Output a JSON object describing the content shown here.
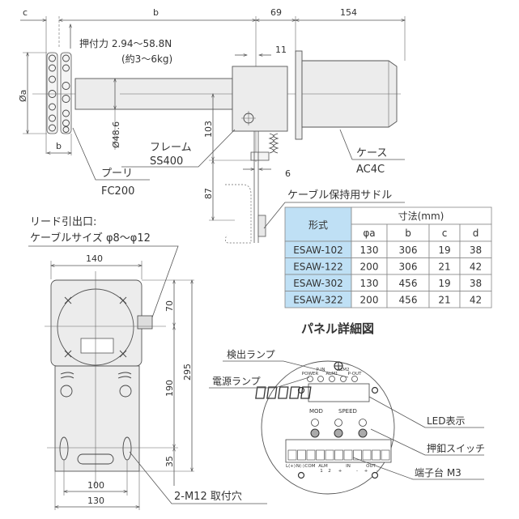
{
  "top_view": {
    "dim_c": "c",
    "dim_b": "b",
    "dim_69": "69",
    "dim_154": "154",
    "dim_11": "11",
    "dim_oa": "Øa",
    "dim_b_pulley": "b",
    "dim_shaft": "Ø48.6",
    "dim_103": "103",
    "dim_87": "87",
    "dim_6": "6",
    "force_label": "押付力 2.94～58.8N",
    "force_kg": "(約3～6kg)",
    "frame_label": "フレーム",
    "frame_material": "SS400",
    "pulley_label": "プーリ",
    "pulley_material": "FC200",
    "case_label": "ケース",
    "case_material": "AC4C",
    "saddle_label": "ケーブル保持用サドル"
  },
  "table": {
    "model_header": "形式",
    "dims_header": "寸法(mm)",
    "columns": [
      "φa",
      "b",
      "c",
      "d"
    ],
    "rows": [
      {
        "model": "ESAW-102",
        "values": [
          "130",
          "306",
          "19",
          "38"
        ]
      },
      {
        "model": "ESAW-122",
        "values": [
          "200",
          "306",
          "21",
          "42"
        ]
      },
      {
        "model": "ESAW-302",
        "values": [
          "130",
          "456",
          "19",
          "38"
        ]
      },
      {
        "model": "ESAW-322",
        "values": [
          "200",
          "456",
          "21",
          "42"
        ]
      }
    ]
  },
  "front_view": {
    "lead_label": "リード引出口:",
    "cable_size": "ケーブルサイズ φ8～φ12",
    "dim_140": "140",
    "dim_70": "70",
    "dim_190": "190",
    "dim_295": "295",
    "dim_35": "35",
    "dim_100": "100",
    "dim_130": "130",
    "mount_holes": "2-M12 取付穴"
  },
  "panel": {
    "title": "パネル詳細図",
    "detect_lamp": "検出ランプ",
    "power_lamp": "電源ランプ",
    "led_display": "LED表示",
    "push_switch": "押釦スイッチ",
    "terminal": "端子台 M3",
    "lamp_labels": [
      "POWER",
      "P-IN",
      "ALM1",
      "ALM2",
      "P-OUT"
    ],
    "led_labels": [
      "MOD",
      "SPEED"
    ],
    "terminal_labels": [
      "L(+)",
      "N(-)",
      "COM",
      "ALM",
      "1",
      "2",
      "+",
      "IN",
      "-",
      "OUT",
      "+",
      "-"
    ]
  }
}
